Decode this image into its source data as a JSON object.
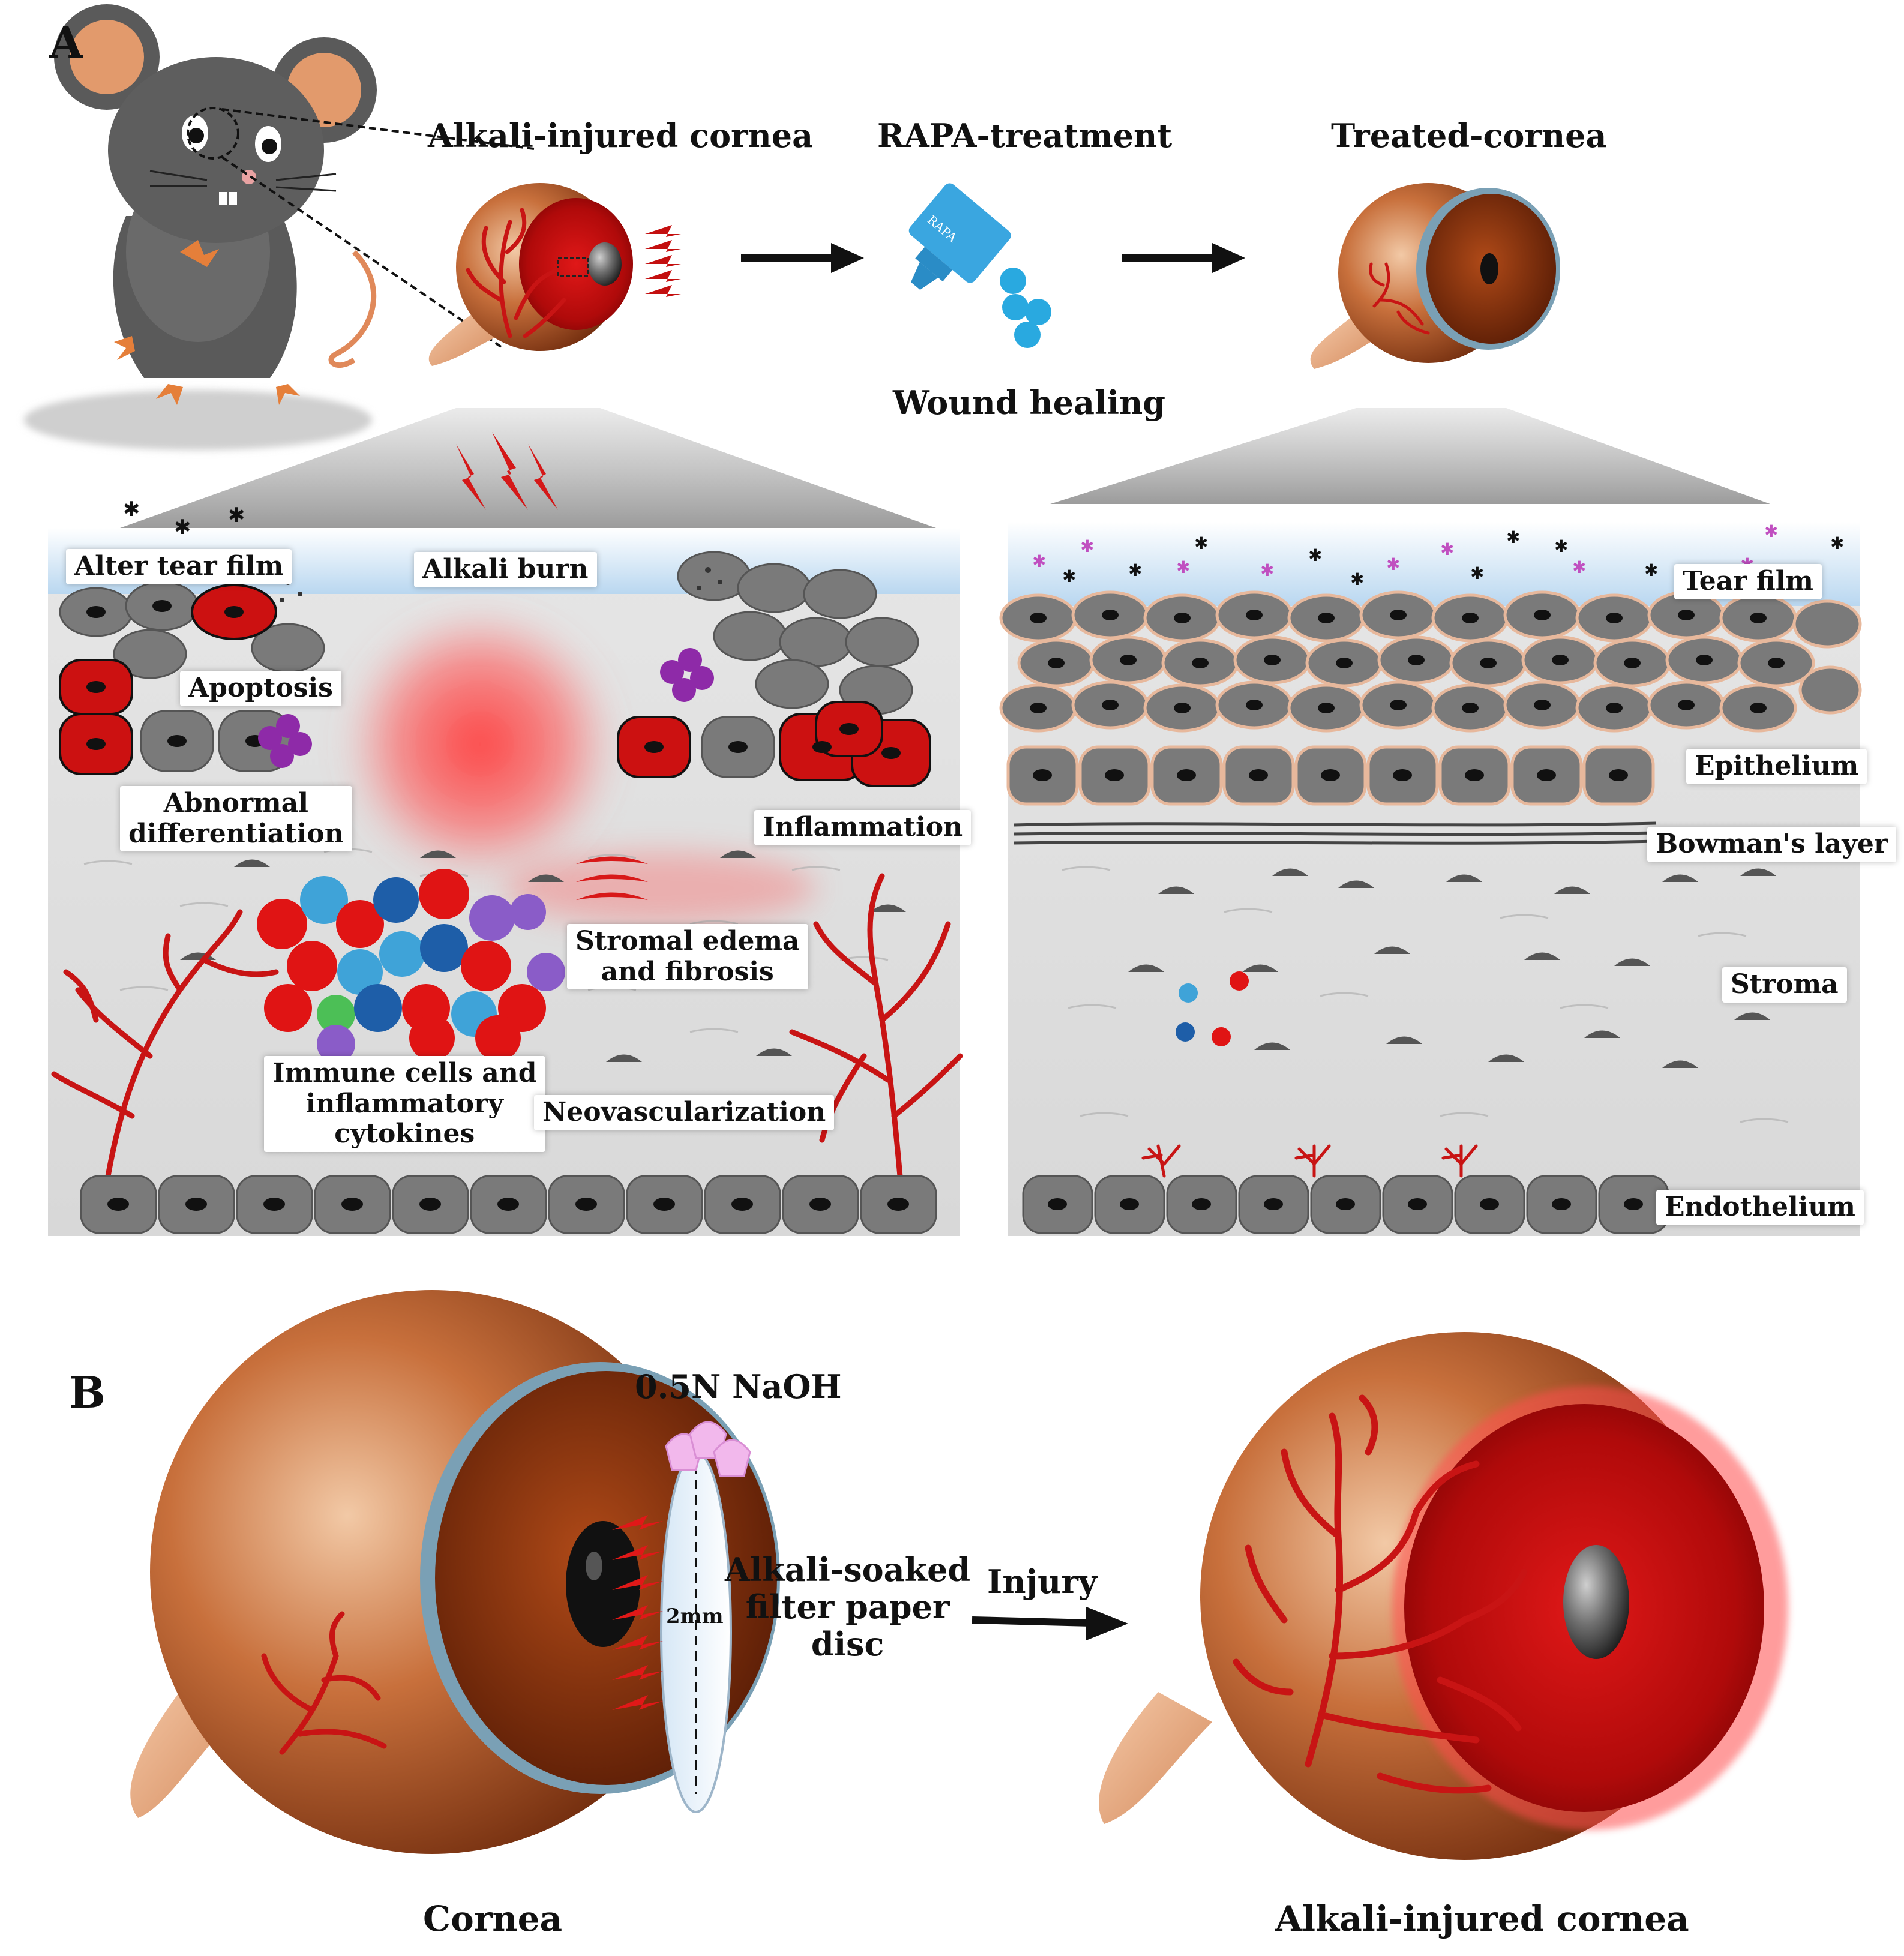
{
  "panels": {
    "a": "A",
    "b": "B"
  },
  "top_row": {
    "injured": "Alkali-injured cornea",
    "rapa": "RAPA-treatment",
    "bottle": "RAPA",
    "treated": "Treated-cornea",
    "healing": "Wound healing"
  },
  "injured_section": {
    "alkali_burn": "Alkali burn",
    "alter_tear": "Alter tear film",
    "apoptosis": "Apoptosis",
    "abnormal": "Abnormal\ndifferentiation",
    "inflammation": "Inflammation",
    "edema": "Stromal edema\nand fibrosis",
    "immune": "Immune cells and\ninflammatory\ncytokines",
    "neovasc": "Neovascularization"
  },
  "healthy_section": {
    "tear": "Tear film",
    "epithelium": "Epithelium",
    "bowman": "Bowman's layer",
    "stroma": "Stroma",
    "endothelium": "Endothelium"
  },
  "panel_b": {
    "naoh": "0.5N NaOH",
    "soaked": "Alkali-soaked\nfilter paper\ndisc",
    "disc_size": "2mm",
    "injury": "Injury",
    "cornea": "Cornea",
    "injured": "Alkali-injured cornea"
  },
  "colors": {
    "iris": "#8a3a12",
    "eyeball": "#a85228",
    "cell": "#7a7a7a",
    "damaged_cell": "#cc1111",
    "vessel": "#c81414",
    "drop": "#29a9e0",
    "tear_star": "#c04fc0"
  }
}
